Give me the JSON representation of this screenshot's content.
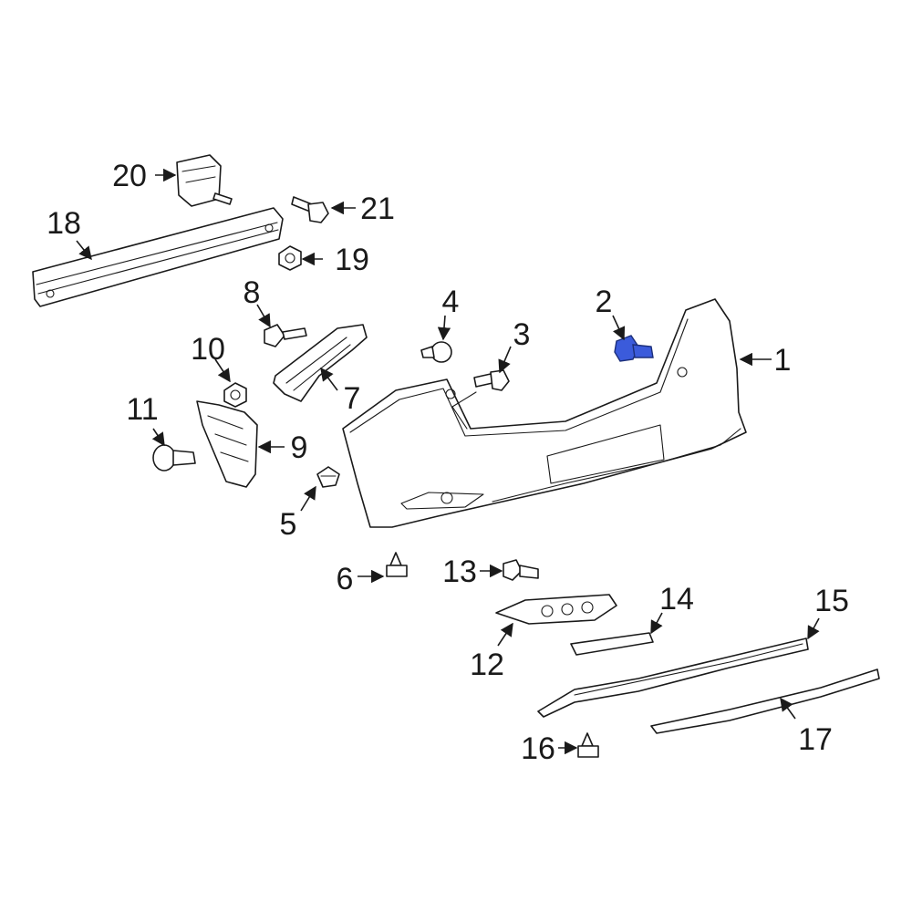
{
  "diagram": {
    "highlight_color": "#3b5bdb",
    "callouts": [
      {
        "key": "p1",
        "label": "1"
      },
      {
        "key": "p2",
        "label": "2"
      },
      {
        "key": "p3",
        "label": "3"
      },
      {
        "key": "p4",
        "label": "4"
      },
      {
        "key": "p5",
        "label": "5"
      },
      {
        "key": "p6",
        "label": "6"
      },
      {
        "key": "p7",
        "label": "7"
      },
      {
        "key": "p8",
        "label": "8"
      },
      {
        "key": "p9",
        "label": "9"
      },
      {
        "key": "p10",
        "label": "10"
      },
      {
        "key": "p11",
        "label": "11"
      },
      {
        "key": "p12",
        "label": "12"
      },
      {
        "key": "p13",
        "label": "13"
      },
      {
        "key": "p14",
        "label": "14"
      },
      {
        "key": "p15",
        "label": "15"
      },
      {
        "key": "p16",
        "label": "16"
      },
      {
        "key": "p17",
        "label": "17"
      },
      {
        "key": "p18",
        "label": "18"
      },
      {
        "key": "p19",
        "label": "19"
      },
      {
        "key": "p20",
        "label": "20"
      },
      {
        "key": "p21",
        "label": "21"
      }
    ]
  }
}
